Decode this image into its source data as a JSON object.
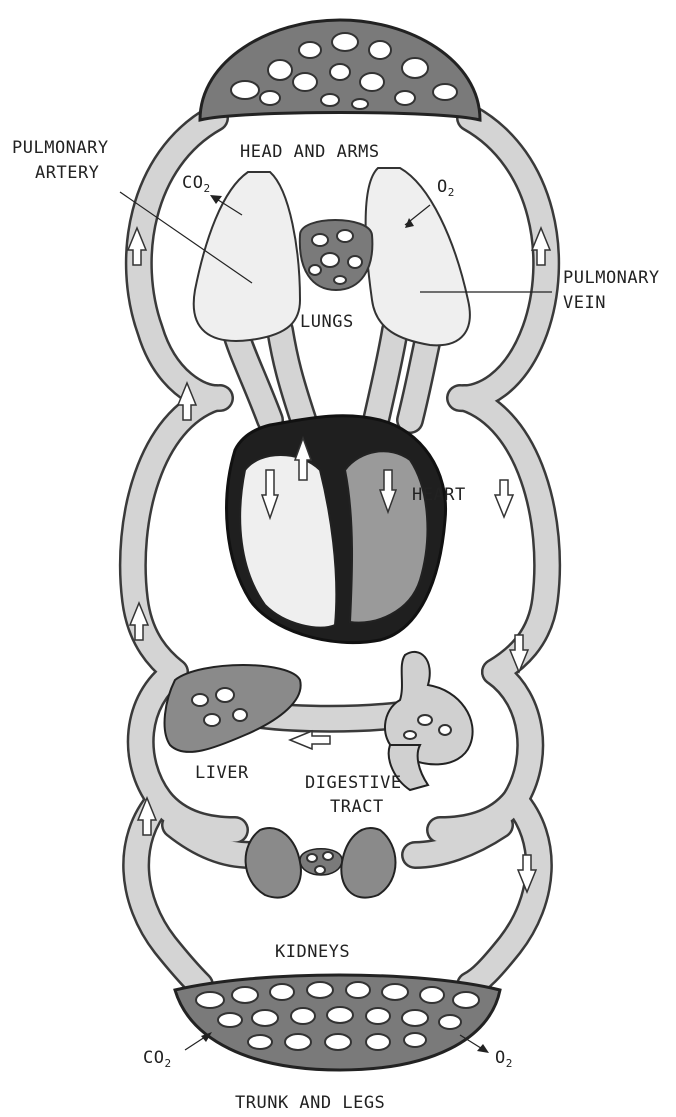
{
  "labels": {
    "head_and_arms": "HEAD AND ARMS",
    "pulmonary_artery_line1": "PULMONARY",
    "pulmonary_artery_line2": "ARTERY",
    "pulmonary_vein_line1": "PULMONARY",
    "pulmonary_vein_line2": "VEIN",
    "lungs": "LUNGS",
    "heart": "HEART",
    "liver": "LIVER",
    "digestive_line1": "DIGESTIVE",
    "digestive_line2": "TRACT",
    "kidneys": "KIDNEYS",
    "trunk_and_legs": "TRUNK AND LEGS"
  },
  "gases": {
    "co2": "CO",
    "o2": "O",
    "subscript": "2"
  },
  "colors": {
    "vessel_outline": "#3a3a3a",
    "vessel_fill": "#d4d4d4",
    "lung_fill": "#efefef",
    "heart_wall": "#1f1f1f",
    "organ_fill": "#8a8a8a",
    "capillary_fill": "#7a7a7a"
  }
}
